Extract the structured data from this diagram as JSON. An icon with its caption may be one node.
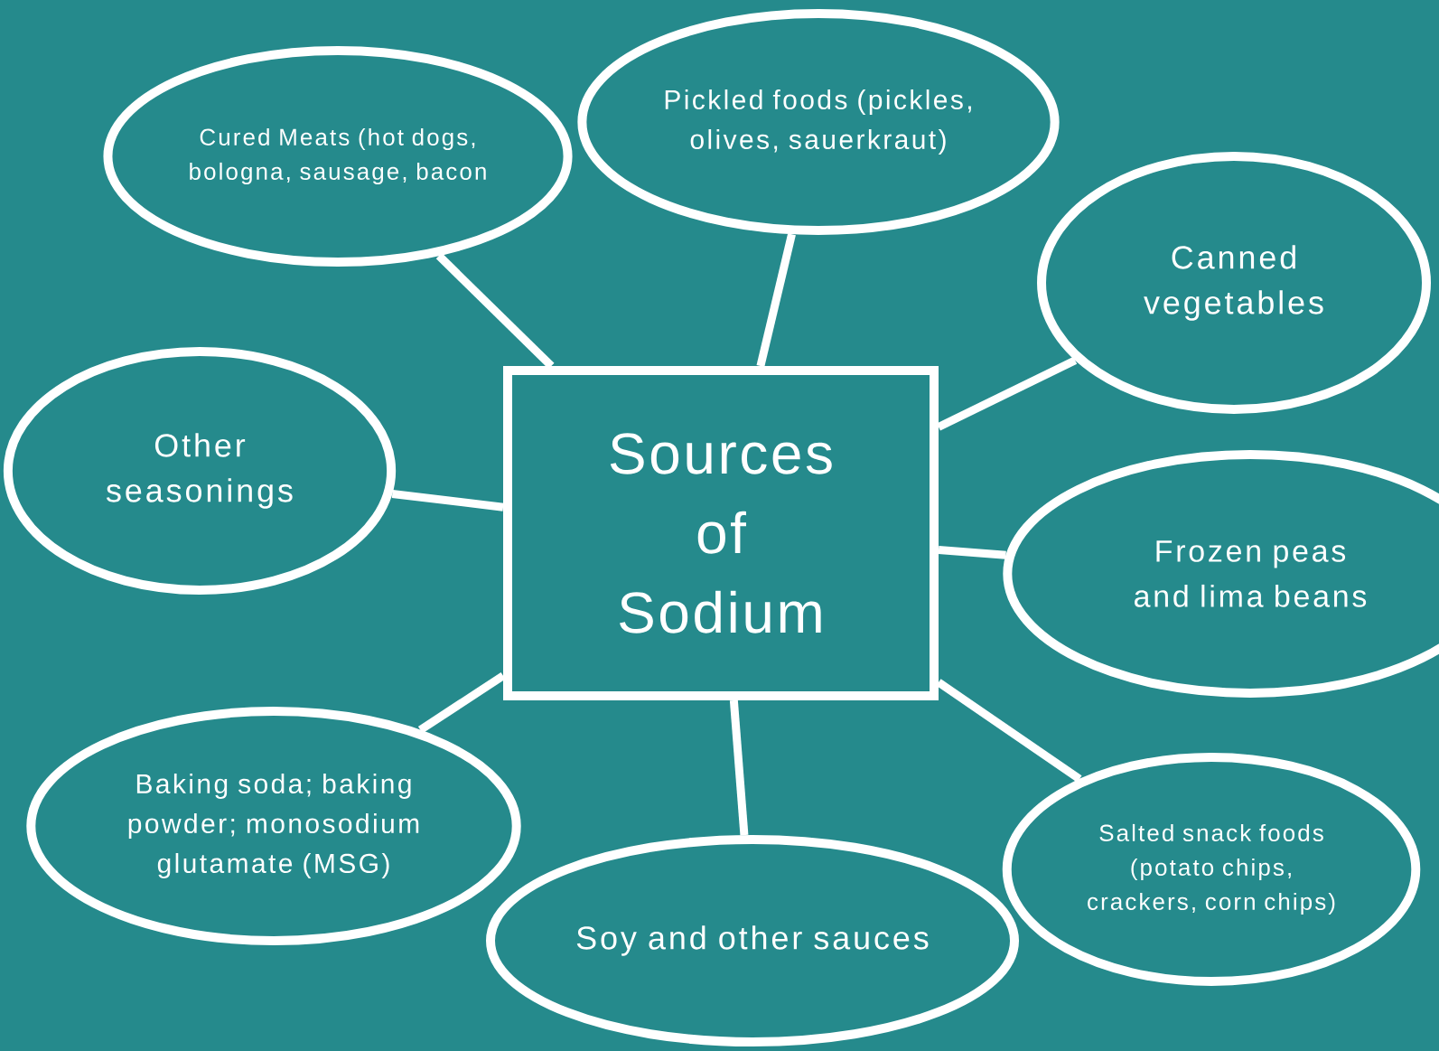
{
  "diagram": {
    "nodes": [
      {
        "text": [
          "Sources of Sodium"
        ]
      },
      {
        "text": [
          "Cured Meats (hot dogs, bologna, sausage, bacon"
        ]
      },
      {
        "text": [
          "Pickled foods (pickles, olives, sauerkraut)"
        ]
      },
      {
        "text": [
          "Canned vegetables"
        ]
      },
      {
        "text": [
          "Other seasonings"
        ]
      },
      {
        "text": [
          "Frozen peas and lima beans"
        ]
      },
      {
        "text": [
          "Baking soda; baking powder; monosodium glutamate (MSG)"
        ]
      },
      {
        "text": [
          "Soy and other sauces"
        ]
      },
      {
        "text": [
          "Salted snack foods (potato chips, crackers, corn chips)"
        ]
      }
    ],
    "edges": [
      {
        "from": 0,
        "to": 1,
        "arrow": "none"
      },
      {
        "from": 0,
        "to": 2,
        "arrow": "none"
      },
      {
        "from": 0,
        "to": 3,
        "arrow": "none"
      },
      {
        "from": 0,
        "to": 4,
        "arrow": "none"
      },
      {
        "from": 0,
        "to": 5,
        "arrow": "none"
      },
      {
        "from": 0,
        "to": 6,
        "arrow": "none"
      },
      {
        "from": 0,
        "to": 7,
        "arrow": "none"
      },
      {
        "from": 0,
        "to": 8,
        "arrow": "none"
      }
    ]
  }
}
